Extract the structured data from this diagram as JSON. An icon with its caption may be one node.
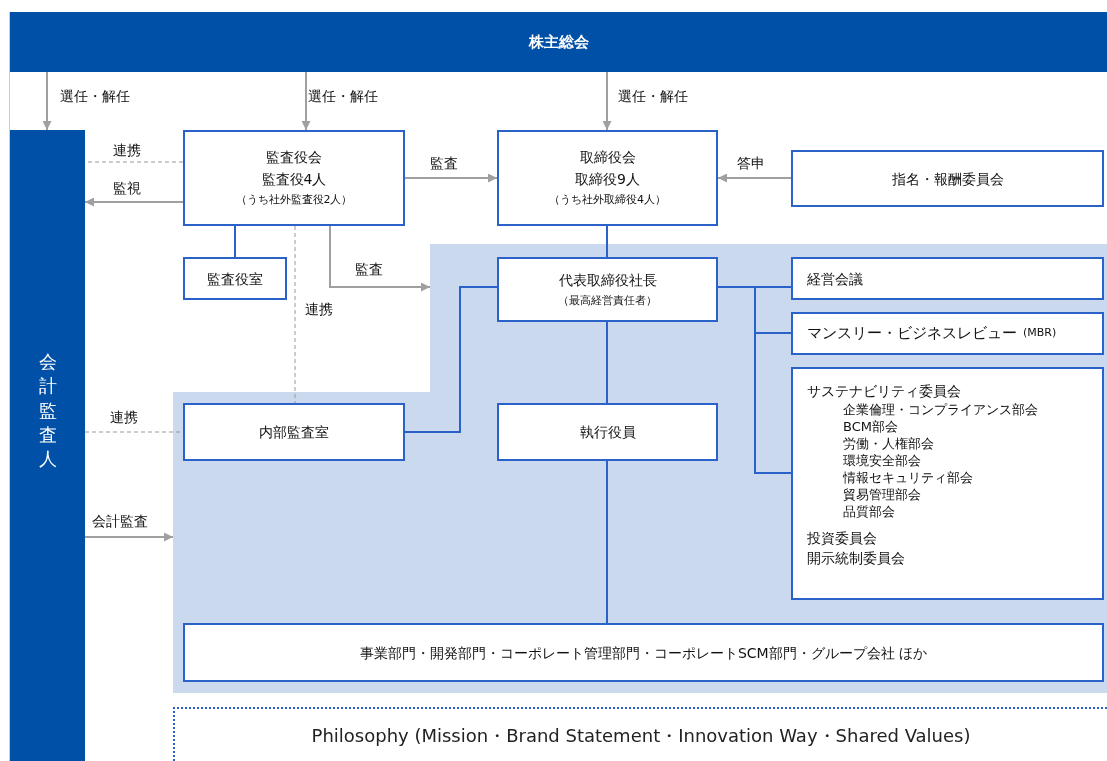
{
  "diagram": {
    "nodes": [
      {
        "text": [
          "株主総会"
        ]
      },
      {
        "text": [
          "会計監査人"
        ]
      },
      {
        "text": [
          "監査役会",
          "監査役4人",
          "（うち社外監査役2人）"
        ]
      },
      {
        "text": [
          "取締役会",
          "取締役9人",
          "（うち社外取締役4人）"
        ]
      },
      {
        "text": [
          "指名・報酬委員会"
        ]
      },
      {
        "text": [
          "監査役室"
        ]
      },
      {
        "text": [],
        "shape": "box"
      },
      {
        "text": [
          "代表取締役社長",
          "（最高経営責任者）"
        ],
        "in": 6
      },
      {
        "text": [
          "経営会議"
        ],
        "in": 6
      },
      {
        "text": [
          "マンスリー・ビジネスレビュー",
          "(MBR)"
        ],
        "in": 6
      },
      {
        "text": [
          "サステナビリティ委員会",
          "企業倫理・コンプライアンス部会",
          "BCM部会",
          "労働・人権部会",
          "環境安全部会",
          "情報セキュリティ部会",
          "貿易管理部会",
          "品質部会",
          "投資委員会",
          "開示統制委員会"
        ],
        "in": 6
      },
      {
        "text": [
          "内部監査室"
        ],
        "in": 6
      },
      {
        "text": [
          "執行役員"
        ],
        "in": 6
      },
      {
        "text": [
          "事業部門・開発部門・コーポレート管理部門・コーポレートSCM部門・グループ会社 ほか"
        ],
        "in": 6
      },
      {
        "text": [
          "Philosophy (Mission・Brand Statement・Innovation Way・Shared Values)"
        ]
      }
    ],
    "edges": [
      {
        "from": 0,
        "to": 1,
        "arrow": "to",
        "label": "選任・解任"
      },
      {
        "from": 0,
        "to": 2,
        "arrow": "to",
        "label": "選任・解任"
      },
      {
        "from": 0,
        "to": 3,
        "arrow": "to",
        "label": "選任・解任"
      },
      {
        "from": 2,
        "to": 1,
        "arrow": "to",
        "label": "監視"
      },
      {
        "from": 2,
        "to": 1,
        "arrow": "none",
        "label": "連携",
        "style": "dashed"
      },
      {
        "from": 2,
        "to": 3,
        "arrow": "to",
        "label": "監査"
      },
      {
        "from": 4,
        "to": 3,
        "arrow": "to",
        "label": "答申"
      },
      {
        "from": 2,
        "to": 5,
        "arrow": "none",
        "color": "#2a62c9"
      },
      {
        "from": 2,
        "to": 6,
        "arrow": "to",
        "label": "監査"
      },
      {
        "from": 2,
        "to": 11,
        "arrow": "none",
        "label": "連携",
        "style": "dashed"
      },
      {
        "from": 1,
        "to": 11,
        "arrow": "none",
        "label": "連携",
        "style": "dashed"
      },
      {
        "from": 1,
        "to": 6,
        "arrow": "to",
        "label": "会計監査"
      },
      {
        "from": 3,
        "to": 7,
        "arrow": "none",
        "color": "#2a62c9"
      },
      {
        "from": 7,
        "to": 11,
        "arrow": "none",
        "color": "#2a62c9"
      },
      {
        "from": 7,
        "to": 8,
        "arrow": "none",
        "color": "#2a62c9"
      },
      {
        "from": 7,
        "to": 9,
        "arrow": "none",
        "color": "#2a62c9"
      },
      {
        "from": 7,
        "to": 10,
        "arrow": "none",
        "color": "#2a62c9"
      },
      {
        "from": 7,
        "to": 12,
        "arrow": "none",
        "color": "#2a62c9"
      },
      {
        "from": 12,
        "to": 13,
        "arrow": "none",
        "color": "#2a62c9"
      }
    ]
  }
}
